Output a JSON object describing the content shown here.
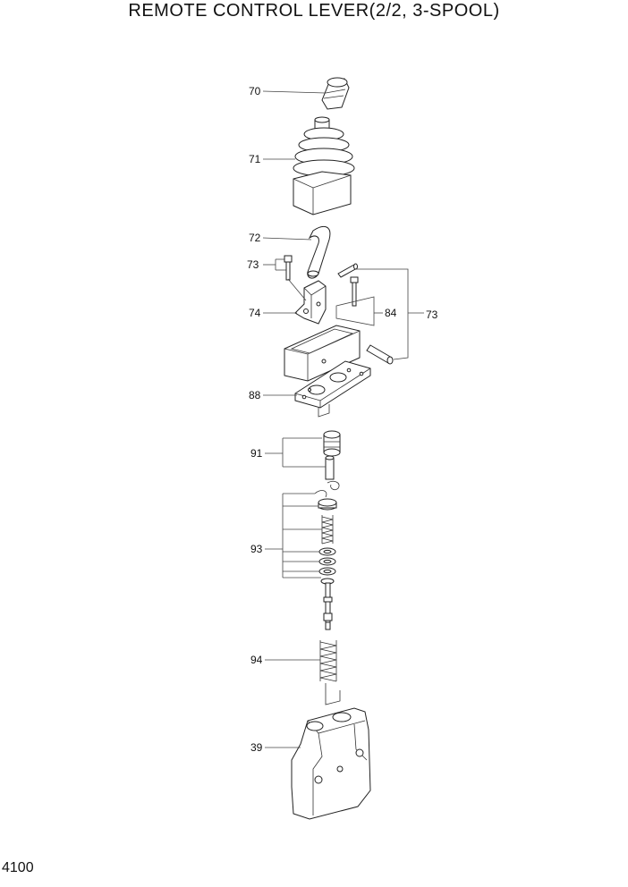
{
  "title": "REMOTE CONTROL LEVER(2/2, 3-SPOOL)",
  "page_number": "4100",
  "callouts": {
    "c70": "70",
    "c71": "71",
    "c72": "72",
    "c73a": "73",
    "c73b": "73",
    "c74": "74",
    "c84": "84",
    "c88": "88",
    "c91": "91",
    "c93": "93",
    "c94": "94",
    "c39": "39"
  }
}
